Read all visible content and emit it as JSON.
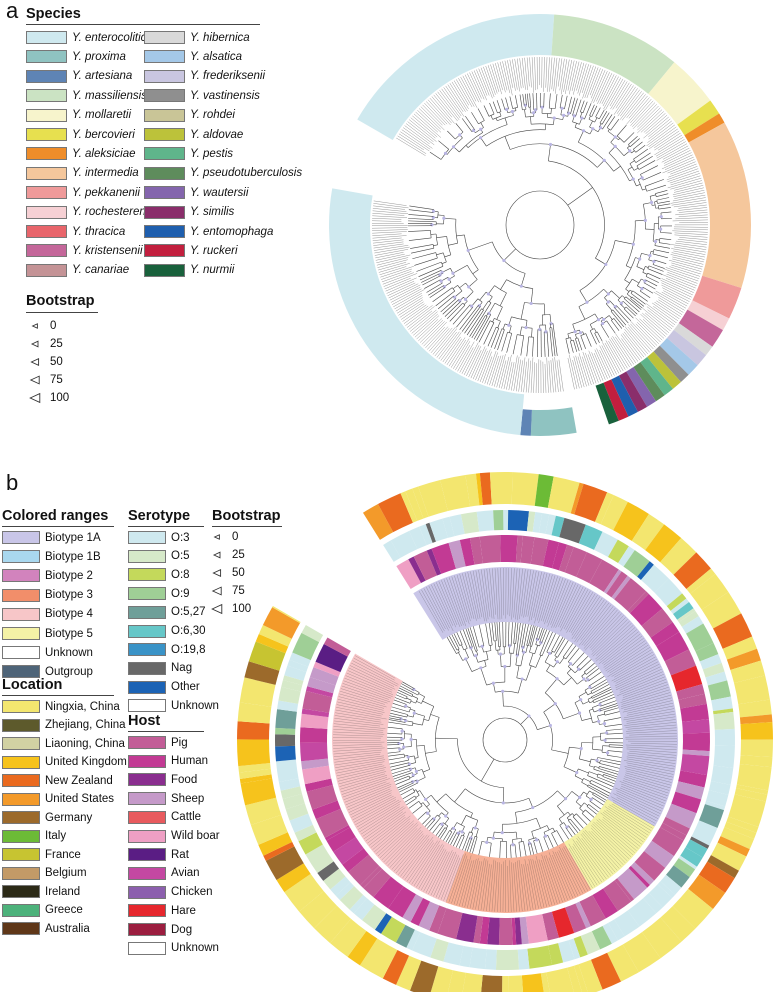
{
  "panel_a": {
    "letter": "a",
    "species_title": "Species",
    "species": [
      {
        "label": "Y. enterocolitica",
        "color": "#cfe9ef"
      },
      {
        "label": "Y. proxima",
        "color": "#8fc3c1"
      },
      {
        "label": "Y. artesiana",
        "color": "#5e84b5"
      },
      {
        "label": "Y. massiliensis",
        "color": "#cbe3c3"
      },
      {
        "label": "Y. mollaretii",
        "color": "#f7f4cc"
      },
      {
        "label": "Y. bercovieri",
        "color": "#e7e04f"
      },
      {
        "label": "Y. aleksiciae",
        "color": "#ef8d2a"
      },
      {
        "label": "Y. intermedia",
        "color": "#f5c79c"
      },
      {
        "label": "Y. pekkanenii",
        "color": "#ef9a9a"
      },
      {
        "label": "Y. rochesterensis",
        "color": "#f6d0d4"
      },
      {
        "label": "Y. thracica",
        "color": "#e8656b"
      },
      {
        "label": "Y. kristensenii",
        "color": "#c4679a"
      },
      {
        "label": "Y. canariae",
        "color": "#c49396"
      },
      {
        "label": "Y. hibernica",
        "color": "#d9d9d9"
      },
      {
        "label": "Y. alsatica",
        "color": "#a4c8e8"
      },
      {
        "label": "Y. frederiksenii",
        "color": "#c9c6e0"
      },
      {
        "label": "Y. vastinensis",
        "color": "#8f8f8f"
      },
      {
        "label": "Y. rohdei",
        "color": "#c9c597"
      },
      {
        "label": "Y. aldovae",
        "color": "#bcc23a"
      },
      {
        "label": "Y. pestis",
        "color": "#5fb58b"
      },
      {
        "label": "Y. pseudotuberculosis",
        "color": "#5e8c5c"
      },
      {
        "label": "Y. wautersii",
        "color": "#8465ad"
      },
      {
        "label": "Y. similis",
        "color": "#8a2e6b"
      },
      {
        "label": "Y. entomophaga",
        "color": "#1f5fae"
      },
      {
        "label": "Y. ruckeri",
        "color": "#c21f3e"
      },
      {
        "label": "Y. nurmii",
        "color": "#19613c"
      }
    ],
    "bootstrap_title": "Bootstrap",
    "bootstrap": [
      {
        "label": "0",
        "scale": 0.2
      },
      {
        "label": "25",
        "scale": 0.4
      },
      {
        "label": "50",
        "scale": 0.6
      },
      {
        "label": "75",
        "scale": 0.8
      },
      {
        "label": "100",
        "scale": 1.0
      }
    ],
    "outer_ring": [
      {
        "species": "Y. proxima",
        "fraction": 0.035
      },
      {
        "species": "Y. artesiana",
        "fraction": 0.008
      },
      {
        "species": "Y. enterocolitica",
        "fraction": 0.5
      },
      {
        "species": "Y. massiliensis",
        "fraction": 0.1
      },
      {
        "species": "Y. mollaretii",
        "fraction": 0.04
      },
      {
        "species": "Y. bercovieri",
        "fraction": 0.012
      },
      {
        "species": "Y. aleksiciae",
        "fraction": 0.008
      },
      {
        "species": "Y. intermedia",
        "fraction": 0.13
      },
      {
        "species": "Y. pekkanenii",
        "fraction": 0.025
      },
      {
        "species": "Y. rochesterensis",
        "fraction": 0.01
      },
      {
        "species": "Y. kristensenii",
        "fraction": 0.015
      },
      {
        "species": "Y. hibernica",
        "fraction": 0.008
      },
      {
        "species": "Y. frederiksenii",
        "fraction": 0.01
      },
      {
        "species": "Y. alsatica",
        "fraction": 0.01
      },
      {
        "species": "Y. vastinensis",
        "fraction": 0.008
      },
      {
        "species": "Y. aldovae",
        "fraction": 0.008
      },
      {
        "species": "Y. pestis",
        "fraction": 0.008
      },
      {
        "species": "Y. pseudotuberculosis",
        "fraction": 0.008
      },
      {
        "species": "Y. wautersii",
        "fraction": 0.008
      },
      {
        "species": "Y. similis",
        "fraction": 0.008
      },
      {
        "species": "Y. entomophaga",
        "fraction": 0.008
      },
      {
        "species": "Y. ruckeri",
        "fraction": 0.008
      },
      {
        "species": "Y. nurmii",
        "fraction": 0.008
      }
    ]
  },
  "panel_b": {
    "letter": "b",
    "colored_ranges_title": "Colored ranges",
    "colored_ranges": [
      {
        "label": "Biotype 1A",
        "color": "#c9c6e8"
      },
      {
        "label": "Biotype 1B",
        "color": "#a9d8ef"
      },
      {
        "label": "Biotype 2",
        "color": "#d283bd"
      },
      {
        "label": "Biotype 3",
        "color": "#f28e6a"
      },
      {
        "label": "Biotype 4",
        "color": "#f7c6c8"
      },
      {
        "label": "Biotype 5",
        "color": "#f4f2a6"
      },
      {
        "label": "Unknown",
        "color": "#ffffff"
      },
      {
        "label": "Outgroup",
        "color": "#4e6478"
      }
    ],
    "location_title": "Location",
    "location": [
      {
        "label": "Ningxia, China",
        "color": "#f3e66f"
      },
      {
        "label": "Zhejiang, China",
        "color": "#5d5a2c"
      },
      {
        "label": "Liaoning, China",
        "color": "#d2d2a3"
      },
      {
        "label": "United Kingdom",
        "color": "#f6c31c"
      },
      {
        "label": "New Zealand",
        "color": "#ea6a1f"
      },
      {
        "label": "United States",
        "color": "#f39a2a"
      },
      {
        "label": "Germany",
        "color": "#9c6a2b"
      },
      {
        "label": "Italy",
        "color": "#6cbb36"
      },
      {
        "label": "France",
        "color": "#c7c431"
      },
      {
        "label": "Belgium",
        "color": "#c39a67"
      },
      {
        "label": "Ireland",
        "color": "#2c2a17"
      },
      {
        "label": "Greece",
        "color": "#4db27b"
      },
      {
        "label": "Australia",
        "color": "#5f3718"
      }
    ],
    "serotype_title": "Serotype",
    "serotype": [
      {
        "label": "O:3",
        "color": "#cfe9ef"
      },
      {
        "label": "O:5",
        "color": "#d6e9c9"
      },
      {
        "label": "O:8",
        "color": "#c4d95b"
      },
      {
        "label": "O:9",
        "color": "#9fcf96"
      },
      {
        "label": "O:5,27",
        "color": "#6f9f99"
      },
      {
        "label": "O:6,30",
        "color": "#66c7c8"
      },
      {
        "label": "O:19,8",
        "color": "#3a93c7"
      },
      {
        "label": "Nag",
        "color": "#686868"
      },
      {
        "label": "Other",
        "color": "#1c63b5"
      },
      {
        "label": "Unknown",
        "color": "#ffffff"
      }
    ],
    "host_title": "Host",
    "host": [
      {
        "label": "Pig",
        "color": "#c25d97"
      },
      {
        "label": "Human",
        "color": "#c23a94"
      },
      {
        "label": "Food",
        "color": "#8a2e8f"
      },
      {
        "label": "Sheep",
        "color": "#c59ac9"
      },
      {
        "label": "Cattle",
        "color": "#e85a5e"
      },
      {
        "label": "Wild boar",
        "color": "#ef9fc4"
      },
      {
        "label": "Rat",
        "color": "#5a1d84"
      },
      {
        "label": "Avian",
        "color": "#c448a2"
      },
      {
        "label": "Chicken",
        "color": "#8c5fae"
      },
      {
        "label": "Hare",
        "color": "#e6272d"
      },
      {
        "label": "Dog",
        "color": "#9b1d3f"
      },
      {
        "label": "Unknown",
        "color": "#ffffff"
      }
    ],
    "bootstrap_title": "Bootstrap",
    "bootstrap": [
      {
        "label": "0",
        "scale": 0.2
      },
      {
        "label": "25",
        "scale": 0.4
      },
      {
        "label": "50",
        "scale": 0.6
      },
      {
        "label": "75",
        "scale": 0.8
      },
      {
        "label": "100",
        "scale": 1.0
      }
    ]
  }
}
